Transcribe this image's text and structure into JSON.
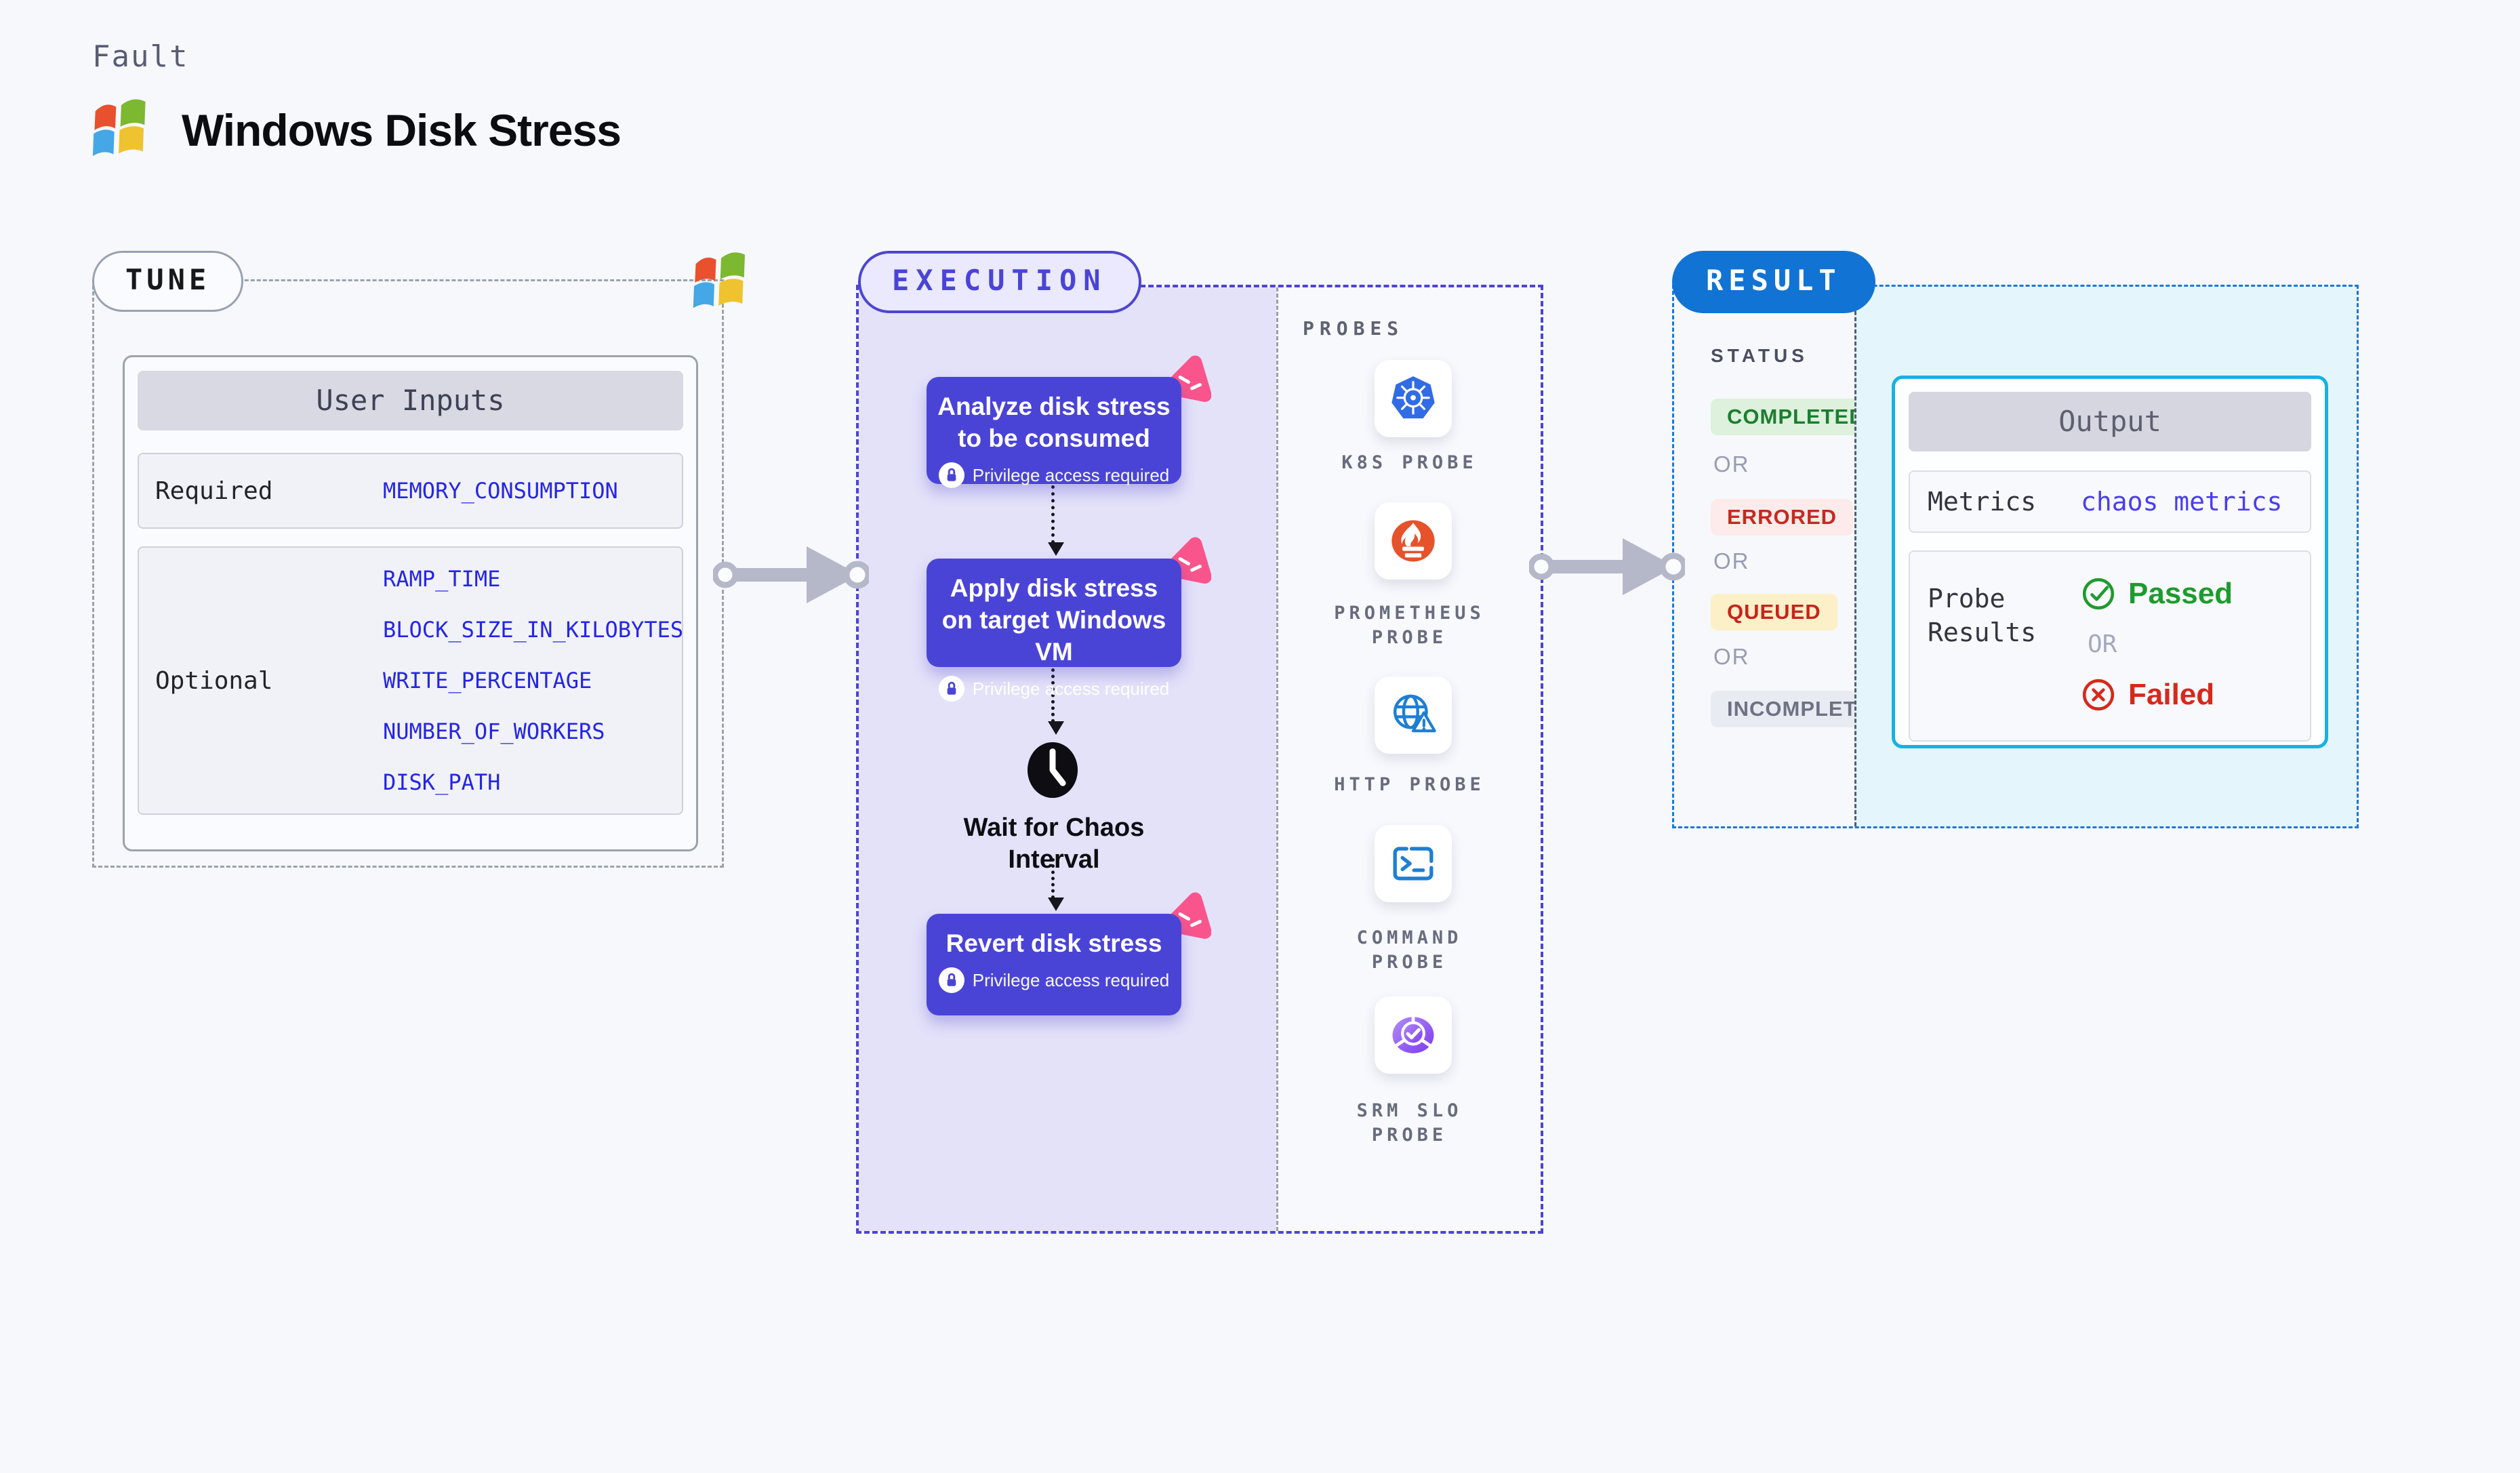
{
  "header": {
    "kicker": "Fault",
    "title": "Windows Disk Stress",
    "logo_icon": "windows-logo"
  },
  "tune": {
    "pill": "TUNE",
    "corner_icon": "windows-logo",
    "card": {
      "title": "User Inputs",
      "rows": [
        {
          "label": "Required",
          "values": [
            "MEMORY_CONSUMPTION"
          ]
        },
        {
          "label": "Optional",
          "values": [
            "RAMP_TIME",
            "BLOCK_SIZE_IN_KILOBYTES",
            "WRITE_PERCENTAGE",
            "NUMBER_OF_WORKERS",
            "DISK_PATH"
          ]
        }
      ]
    }
  },
  "execution": {
    "pill": "EXECUTION",
    "nodes": [
      {
        "title": "Analyze disk stress to be consumed",
        "badge": "Privilege access required",
        "icon": "chaos-pink-icon"
      },
      {
        "title": "Apply disk stress on target Windows VM",
        "badge": "Privilege access required",
        "icon": "chaos-pink-icon"
      },
      {
        "title": "Revert disk stress",
        "badge": "Privilege access required",
        "icon": "chaos-pink-icon"
      }
    ],
    "wait_label": "Wait for Chaos Interval",
    "wait_icon": "clock-icon"
  },
  "probes": {
    "heading": "PROBES",
    "items": [
      {
        "label": "K8S PROBE",
        "icon": "kubernetes-icon"
      },
      {
        "label": "PROMETHEUS PROBE",
        "icon": "prometheus-icon"
      },
      {
        "label": "HTTP PROBE",
        "icon": "globe-alert-icon"
      },
      {
        "label": "COMMAND PROBE",
        "icon": "terminal-icon"
      },
      {
        "label": "SRM SLO PROBE",
        "icon": "slo-donut-icon"
      }
    ]
  },
  "result": {
    "pill": "RESULT",
    "status_heading": "STATUS",
    "or": "OR",
    "statuses": [
      {
        "label": "COMPLETED",
        "kind": "success"
      },
      {
        "label": "ERRORED",
        "kind": "error"
      },
      {
        "label": "QUEUED",
        "kind": "warning"
      },
      {
        "label": "INCOMPLETED",
        "kind": "neutral"
      }
    ],
    "output": {
      "title": "Output",
      "metrics_label": "Metrics",
      "metrics_value": "chaos metrics",
      "probe_results_label": "Probe Results",
      "passed_label": "Passed",
      "or": "OR",
      "failed_label": "Failed"
    }
  },
  "colors": {
    "page_bg": "#f7f8fb",
    "node_purple": "#4a44d6",
    "execution_border": "#4d45d2",
    "lavender_bg": "#e4e2f9",
    "result_blue": "#1173d3",
    "output_border": "#16b2e4",
    "cyan_bg": "#e4f5fc",
    "value_blue": "#2525e6",
    "metrics_link_blue": "#4a3df0",
    "passed_green": "#1e9b2f",
    "failed_red": "#d7281d",
    "completed_green": "#1d7d31",
    "errored_red": "#c42a20",
    "queued_red": "#c8231c",
    "incompleted_gray": "#6d7284",
    "pink_accent": "#f9558c",
    "k8s_blue": "#326ce5",
    "prometheus_orange": "#e6522c",
    "arrow_gray": "#b5b8c9"
  }
}
